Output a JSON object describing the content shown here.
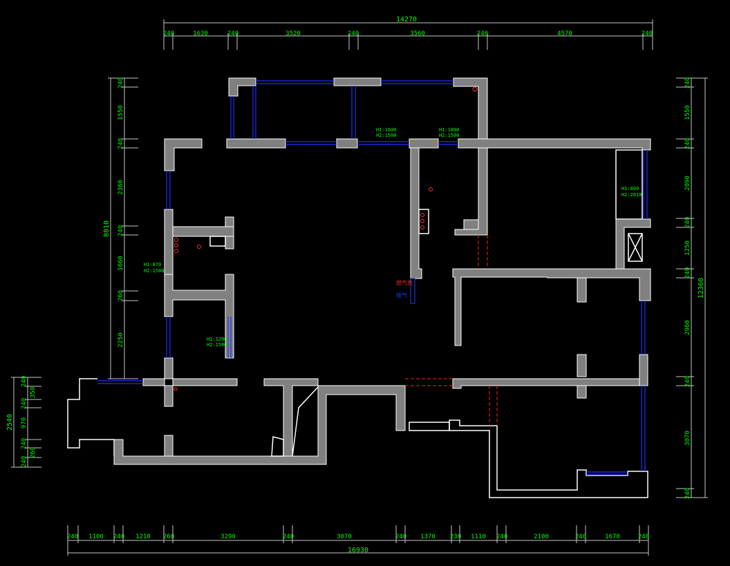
{
  "overall": {
    "top_total": "14270",
    "bottom_total": "16930",
    "left_total": "8810",
    "right_total": "12360",
    "left_lower_total": "2540"
  },
  "top_dims": [
    "240",
    "1630",
    "240",
    "3520",
    "240",
    "3560",
    "240",
    "4570",
    "240"
  ],
  "bottom_dims": [
    "240",
    "1100",
    "240",
    "1210",
    "260",
    "3290",
    "240",
    "3070",
    "240",
    "1370",
    "230",
    "1110",
    "240",
    "2100",
    "240",
    "1670",
    "240"
  ],
  "left_dims": [
    "240",
    "1550",
    "240",
    "2360",
    "240",
    "1660",
    "260",
    "2250"
  ],
  "left_lower_dims": [
    "240",
    "350",
    "240",
    "970",
    "240",
    "260",
    "240"
  ],
  "right_dims": [
    "240",
    "1550",
    "240",
    "2090",
    "240",
    "1250",
    "240",
    "2960",
    "240",
    "3070",
    "240"
  ],
  "window_labels": [
    {
      "h1": "H1:1600",
      "h2": "H2:1500"
    },
    {
      "h1": "H1:1800",
      "h2": "H2:1500"
    },
    {
      "h1": "H1:800",
      "h2": "H2:2010"
    },
    {
      "h1": "H1:870",
      "h2": "H2:1500"
    },
    {
      "h1": "H1:1200",
      "h2": "H2:1500"
    }
  ],
  "fixture_labels": {
    "red": "燃气表",
    "blue": "排气"
  },
  "colors": {
    "dimension": "#00ff00",
    "wall": "#808080",
    "window": "#2030ff",
    "door": "#ff2020"
  }
}
